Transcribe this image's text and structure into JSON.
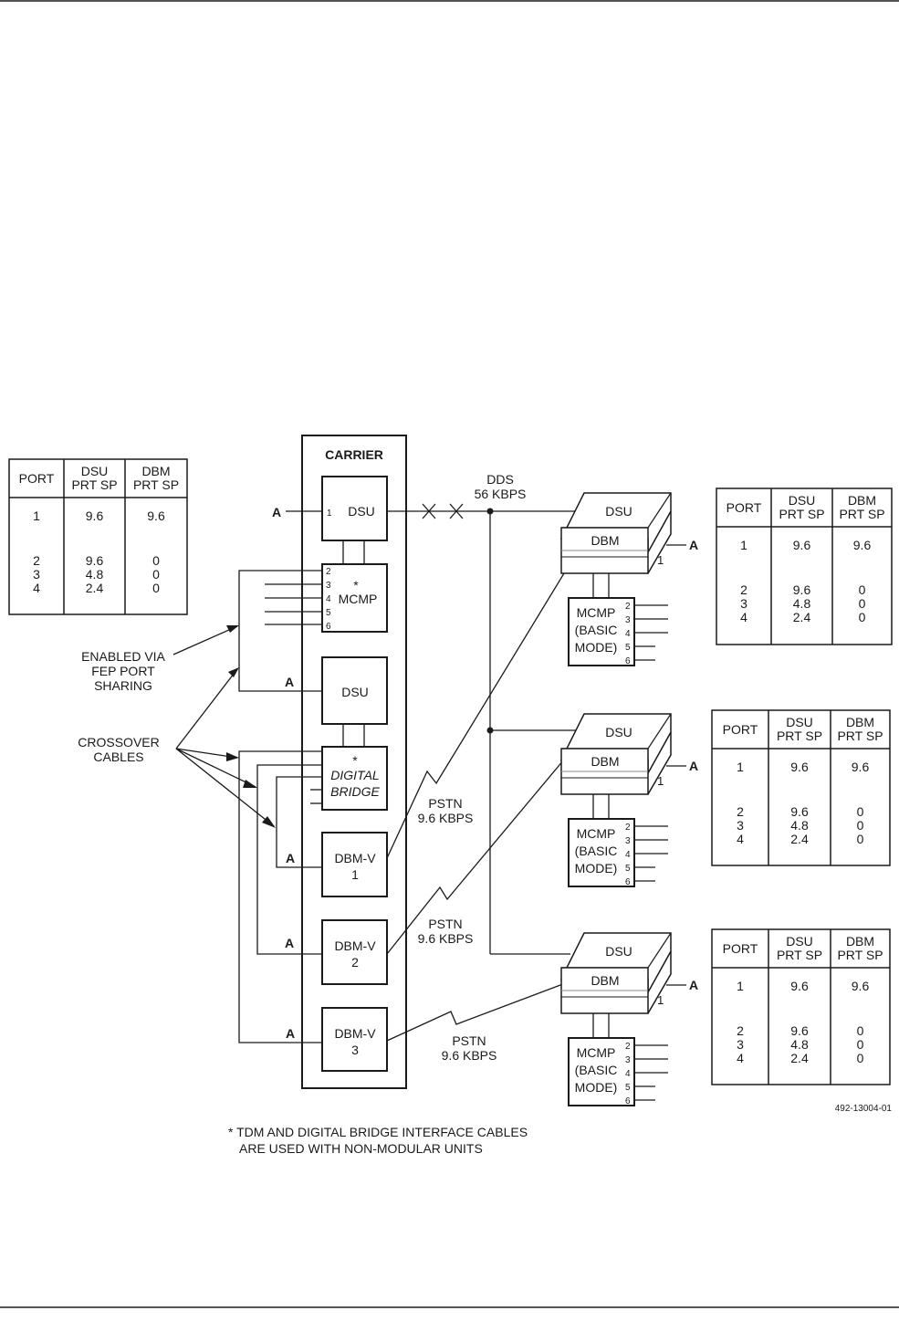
{
  "carrier": {
    "title": "CARRIER",
    "dsu1": "DSU",
    "dsu1_port": "1",
    "mcmp": "MCMP",
    "mcmp_star": "*",
    "mcmp_ports": [
      "2",
      "3",
      "4",
      "5",
      "6"
    ],
    "dsu2": "DSU",
    "bridge_star": "*",
    "bridge_line1": "DIGITAL",
    "bridge_line2": "BRIDGE",
    "dbmv": [
      {
        "name": "DBM-V",
        "num": "1"
      },
      {
        "name": "DBM-V",
        "num": "2"
      },
      {
        "name": "DBM-V",
        "num": "3"
      }
    ]
  },
  "port_a": "A",
  "dds": {
    "line1": "DDS",
    "line2": "56 KBPS"
  },
  "pstn": [
    {
      "line1": "PSTN",
      "line2": "9.6 KBPS"
    },
    {
      "line1": "PSTN",
      "line2": "9.6 KBPS"
    },
    {
      "line1": "PSTN",
      "line2": "9.6 KBPS"
    }
  ],
  "labels": {
    "enabled": [
      "ENABLED VIA",
      "FEP PORT",
      "SHARING"
    ],
    "crossover": [
      "CROSSOVER",
      "CABLES"
    ],
    "footnote": [
      "* TDM AND DIGITAL BRIDGE INTERFACE CABLES",
      "ARE USED WITH NON-MODULAR UNITS"
    ],
    "figure_id": "492-13004-01"
  },
  "remote": {
    "dsu": "DSU",
    "dbm": "DBM",
    "port1": "1",
    "mcmp": [
      "MCMP",
      "(BASIC",
      "MODE)"
    ],
    "ports": [
      "2",
      "3",
      "4",
      "5",
      "6"
    ]
  },
  "table": {
    "headers": [
      [
        "PORT"
      ],
      [
        "DSU",
        "PRT SP"
      ],
      [
        "DBM",
        "PRT SP"
      ]
    ],
    "rows": [
      [
        "1",
        "9.6",
        "9.6"
      ],
      [
        "2",
        "9.6",
        "0"
      ],
      [
        "3",
        "4.8",
        "0"
      ],
      [
        "4",
        "2.4",
        "0"
      ]
    ]
  }
}
